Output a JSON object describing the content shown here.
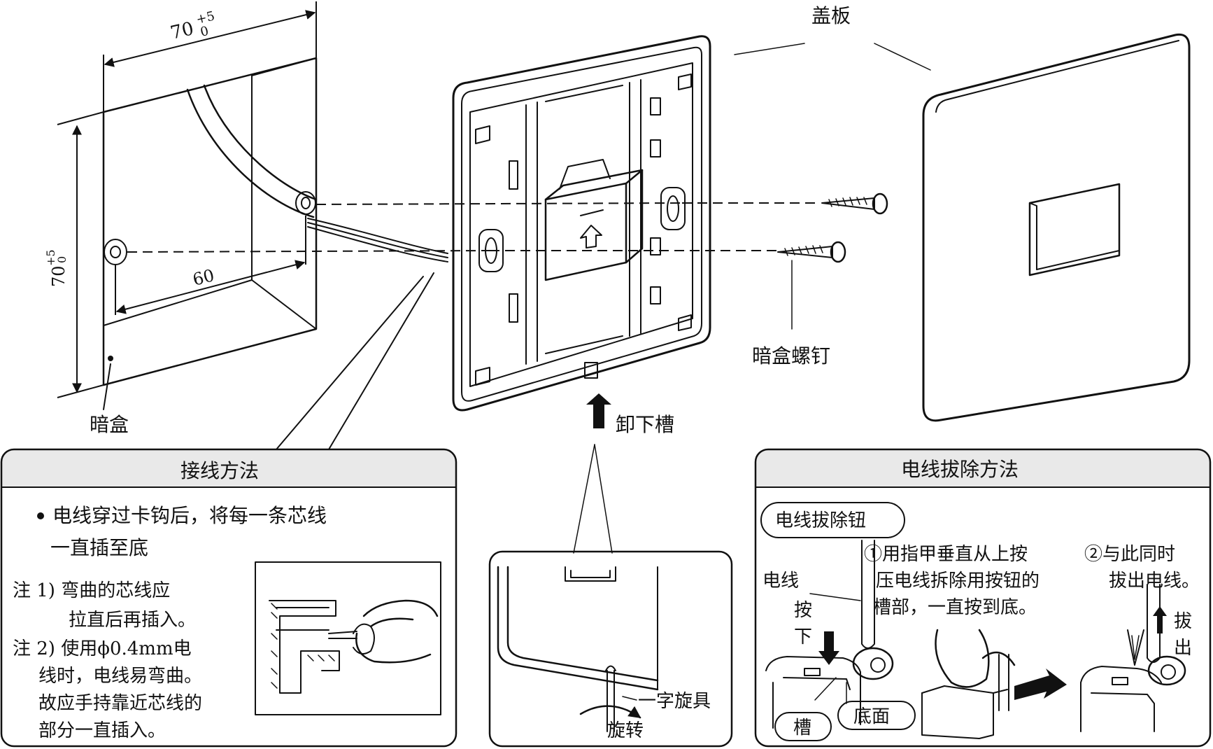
{
  "labels": {
    "dim_width_base": "70",
    "dim_width_tol_plus": "+5",
    "dim_width_tol_zero": "0",
    "dim_height_base": "70",
    "dim_height_tol_plus": "+5",
    "dim_height_tol_zero": "0",
    "dim_hole_spacing": "60",
    "concealed_box": "暗盒",
    "cover_plate": "盖板",
    "box_screw": "暗盒螺钉",
    "removal_slot": "卸下槽"
  },
  "wiring_panel": {
    "title": "接线方法",
    "bullet_line1": "电线穿过卡钩后，将每一条芯线",
    "bullet_line2": "一直插至底",
    "note1_line1": "注 1) 弯曲的芯线应",
    "note1_line2": "拉直后再插入。",
    "note2_line1": "注 2) 使用ϕ0.4mm电",
    "note2_line2": "线时，电线易弯曲。",
    "note2_line3": "故应手持靠近芯线的",
    "note2_line4": "部分一直插入。"
  },
  "screwdriver_panel": {
    "tool_label": "一字旋具",
    "rotate_label": "旋转"
  },
  "removal_panel": {
    "title": "电线拔除方法",
    "button_badge": "电线拔除钮",
    "wire_label": "电线",
    "press_char1": "按",
    "press_char2": "下",
    "step1_line1": "①用指甲垂直从上按",
    "step1_line2": "压电线拆除用按钮的",
    "step1_line3": "槽部，一直按到底。",
    "step2_line1": "②与此同时",
    "step2_line2": "拔出电线。",
    "pull_char1": "拔",
    "pull_char2": "出",
    "slot_badge": "槽",
    "bottom_badge": "底面"
  }
}
